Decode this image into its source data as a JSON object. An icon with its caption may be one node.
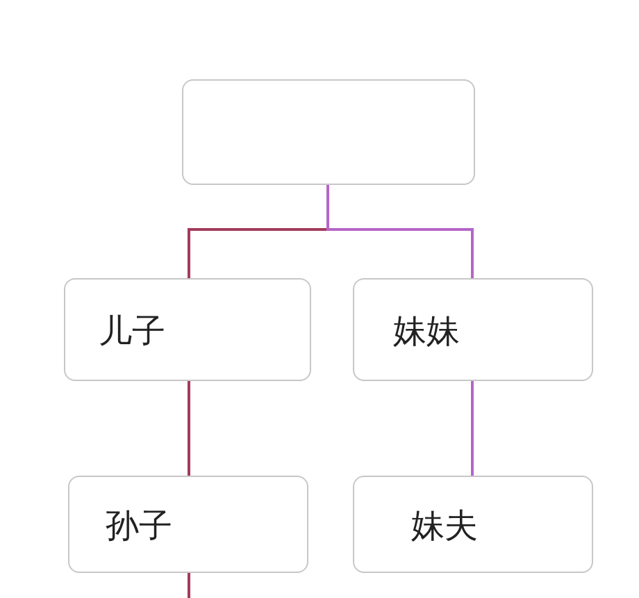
{
  "diagram": {
    "nodes": [
      {
        "text": [],
        "shape": "box"
      },
      {
        "text": [
          "儿子"
        ]
      },
      {
        "text": [
          "妹妹"
        ]
      },
      {
        "text": [
          "孙子"
        ]
      },
      {
        "text": [
          "妹夫"
        ]
      }
    ],
    "edges": [
      {
        "from": 0,
        "to": 1,
        "arrow": "none"
      },
      {
        "from": 0,
        "to": 2,
        "arrow": "none",
        "color": "#b565c8"
      },
      {
        "from": 1,
        "to": 3,
        "arrow": "none"
      },
      {
        "from": 2,
        "to": 4,
        "arrow": "none",
        "color": "#b565c8"
      },
      {
        "from": 3,
        "to": null,
        "arrow": "none"
      }
    ]
  }
}
